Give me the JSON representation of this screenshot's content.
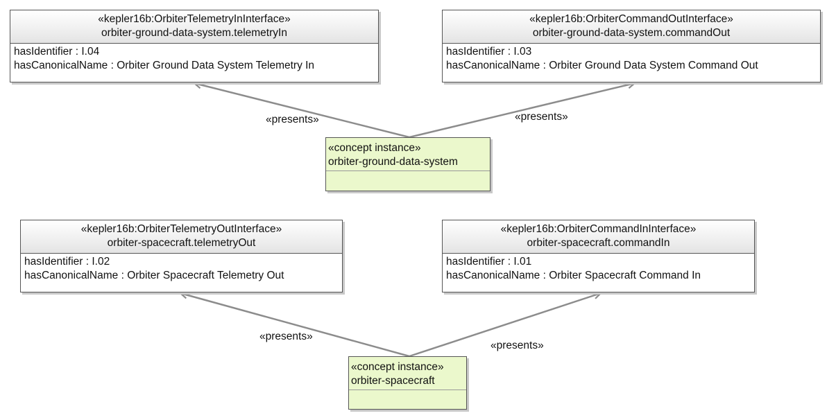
{
  "interfaces": [
    {
      "stereotype": "«kepler16b:OrbiterTelemetryInInterface»",
      "name": "orbiter-ground-data-system.telemetryIn",
      "attributes": [
        {
          "name": "hasIdentifier",
          "value": "I.04"
        },
        {
          "name": "hasCanonicalName",
          "value": "Orbiter Ground Data System Telemetry In"
        }
      ]
    },
    {
      "stereotype": "«kepler16b:OrbiterCommandOutInterface»",
      "name": "orbiter-ground-data-system.commandOut",
      "attributes": [
        {
          "name": "hasIdentifier",
          "value": "I.03"
        },
        {
          "name": "hasCanonicalName",
          "value": "Orbiter Ground Data System Command Out"
        }
      ]
    },
    {
      "stereotype": "«kepler16b:OrbiterTelemetryOutInterface»",
      "name": "orbiter-spacecraft.telemetryOut",
      "attributes": [
        {
          "name": "hasIdentifier",
          "value": "I.02"
        },
        {
          "name": "hasCanonicalName",
          "value": "Orbiter Spacecraft Telemetry Out"
        }
      ]
    },
    {
      "stereotype": "«kepler16b:OrbiterCommandInInterface»",
      "name": "orbiter-spacecraft.commandIn",
      "attributes": [
        {
          "name": "hasIdentifier",
          "value": "I.01"
        },
        {
          "name": "hasCanonicalName",
          "value": "Orbiter Spacecraft Command In"
        }
      ]
    }
  ],
  "concepts": [
    {
      "stereotype": "«concept instance»",
      "name": "orbiter-ground-data-system"
    },
    {
      "stereotype": "«concept instance»",
      "name": "orbiter-spacecraft"
    }
  ],
  "relations": [
    {
      "label": "«presents»",
      "from": "orbiter-ground-data-system",
      "to": "orbiter-ground-data-system.telemetryIn"
    },
    {
      "label": "«presents»",
      "from": "orbiter-ground-data-system",
      "to": "orbiter-ground-data-system.commandOut"
    },
    {
      "label": "«presents»",
      "from": "orbiter-spacecraft",
      "to": "orbiter-spacecraft.telemetryOut"
    },
    {
      "label": "«presents»",
      "from": "orbiter-spacecraft",
      "to": "orbiter-spacecraft.commandIn"
    }
  ],
  "colors": {
    "concept_fill": "#ebf8cc",
    "edge": "#8c8c8c",
    "border": "#555555"
  }
}
